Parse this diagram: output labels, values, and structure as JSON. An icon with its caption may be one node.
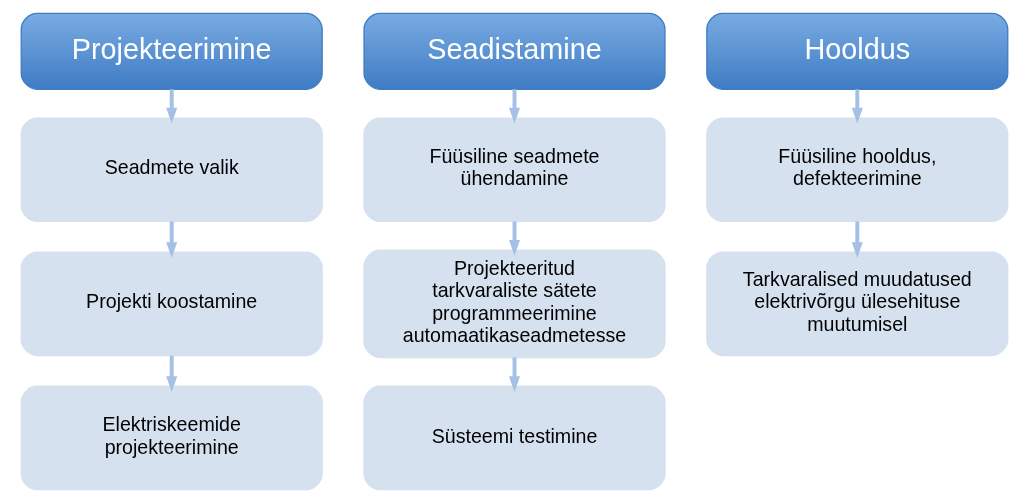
{
  "diagram": {
    "nodes": [
      {
        "text": [
          "Projekteerimine"
        ]
      },
      {
        "text": [
          "Seadmete valik"
        ]
      },
      {
        "text": [
          "Projekti koostamine"
        ]
      },
      {
        "text": [
          "Elektriskeemide projekteerimine"
        ]
      },
      {
        "text": [
          "Seadistamine"
        ]
      },
      {
        "text": [
          "Füüsiline seadmete ühendamine"
        ]
      },
      {
        "text": [
          "Projekteeritud tarkvaraliste sätete programmeerimine automaatikaseadmetesse"
        ]
      },
      {
        "text": [
          "Süsteemi testimine"
        ]
      },
      {
        "text": [
          "Hooldus"
        ]
      },
      {
        "text": [
          "Füüsiline hooldus, defekteerimine"
        ]
      },
      {
        "text": [
          "Tarkvaralised muudatused elektrivõrgu ülesehituse muutumisel"
        ]
      }
    ],
    "edges": [
      {
        "from": 0,
        "to": 1,
        "arrow": "to"
      },
      {
        "from": 1,
        "to": 2,
        "arrow": "to"
      },
      {
        "from": 2,
        "to": 3,
        "arrow": "to"
      },
      {
        "from": 4,
        "to": 5,
        "arrow": "to"
      },
      {
        "from": 5,
        "to": 6,
        "arrow": "to"
      },
      {
        "from": 6,
        "to": 7,
        "arrow": "to"
      },
      {
        "from": 8,
        "to": 9,
        "arrow": "to"
      },
      {
        "from": 9,
        "to": 10,
        "arrow": "to"
      }
    ]
  }
}
